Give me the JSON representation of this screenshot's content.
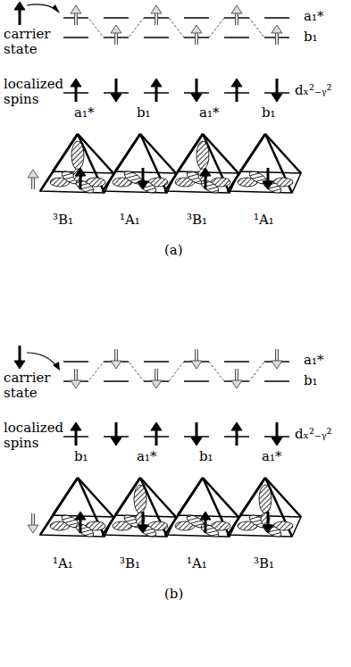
{
  "diagram": {
    "labels": [
      "carrier state",
      "a₁*",
      "b₁",
      "localized spins",
      "dₓ²₋ᵧ²",
      "a₁*",
      "b₁",
      "a₁*",
      "b₁",
      "³B₁",
      "¹A₁",
      "³B₁",
      "¹A₁",
      "(a)",
      "carrier state",
      "a₁*",
      "b₁",
      "localized spins",
      "dₓ²₋ᵧ²",
      "b₁",
      "a₁*",
      "b₁",
      "a₁*",
      "¹A₁",
      "³B₁",
      "¹A₁",
      "³B₁",
      "(b)"
    ]
  }
}
